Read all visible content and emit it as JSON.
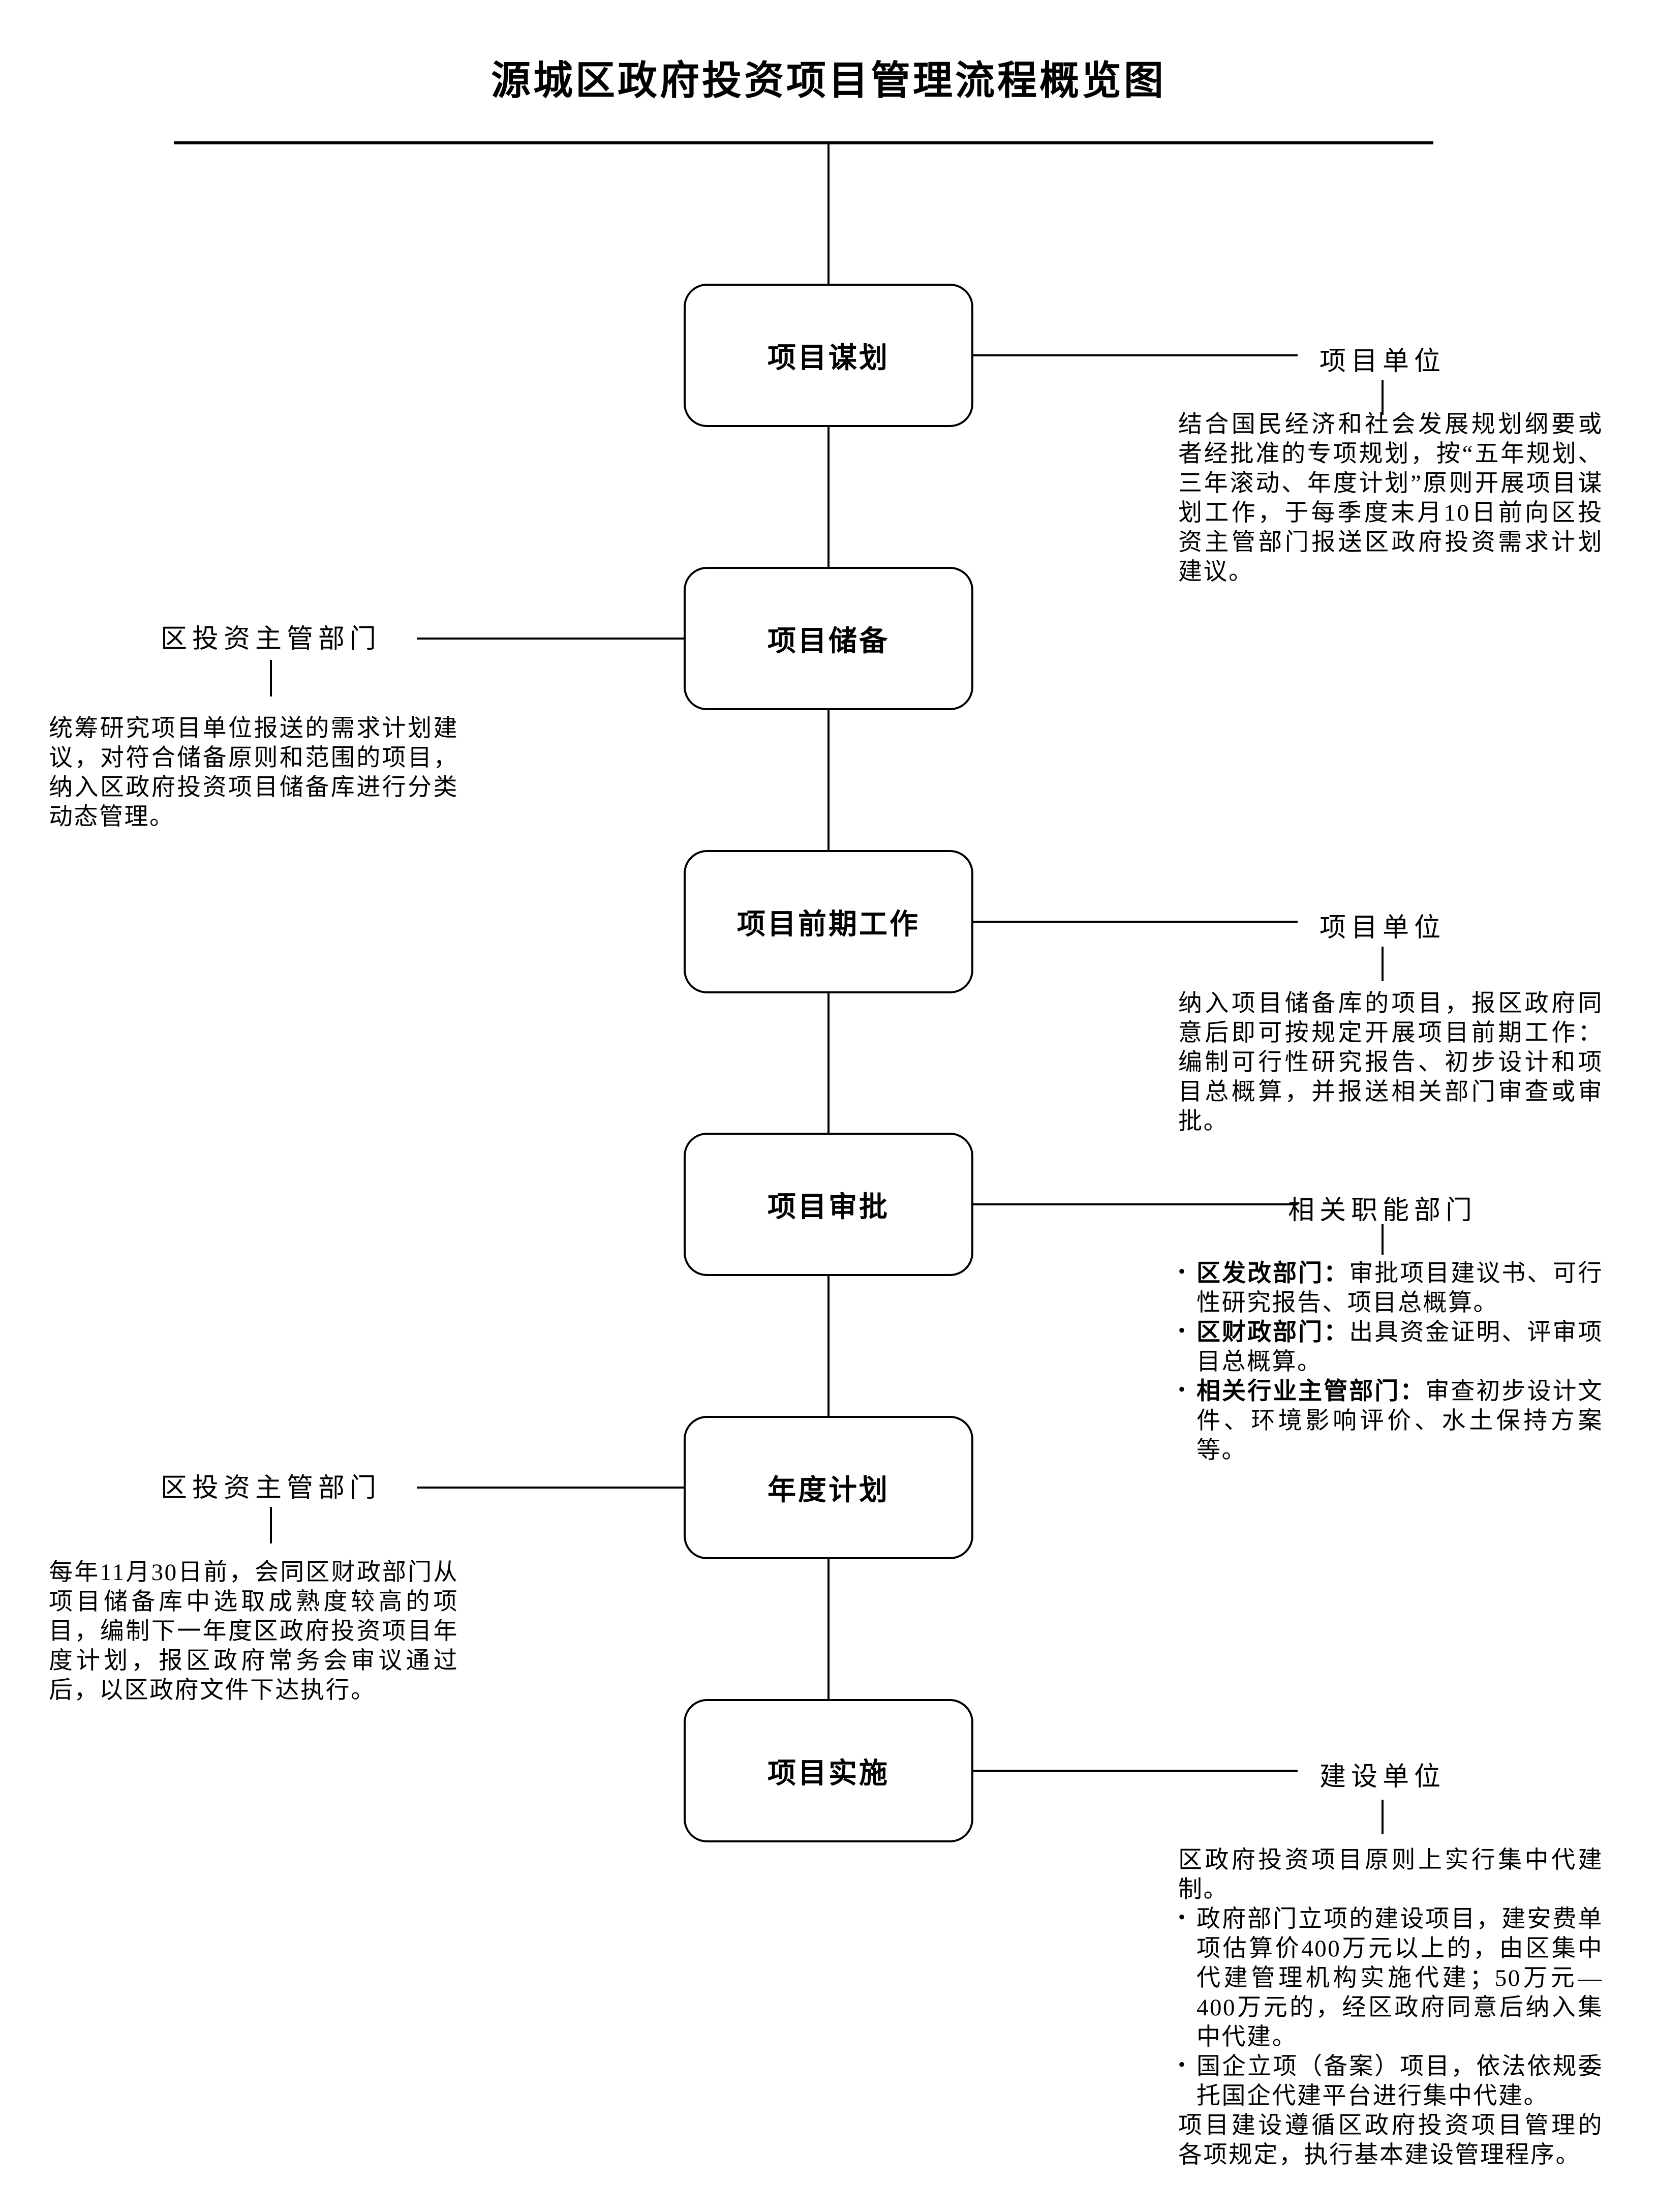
{
  "page": {
    "title": "源城区政府投资项目管理流程概览图"
  },
  "flow": {
    "nodes": [
      {
        "label": "项目谋划"
      },
      {
        "label": "项目储备"
      },
      {
        "label": "项目前期工作"
      },
      {
        "label": "项目审批"
      },
      {
        "label": "年度计划"
      },
      {
        "label": "项目实施"
      }
    ]
  },
  "annotations": {
    "planning": {
      "actor": "项目单位",
      "desc": "结合国民经济和社会发展规划纲要或者经批准的专项规划，按“五年规划、三年滚动、年度计划”原则开展项目谋划工作，于每季度末月10日前向区投资主管部门报送区政府投资需求计划建议。"
    },
    "reserve": {
      "actor": "区投资主管部门",
      "desc": "统筹研究项目单位报送的需求计划建议，对符合储备原则和范围的项目，纳入区政府投资项目储备库进行分类动态管理。"
    },
    "preliminary": {
      "actor": "项目单位",
      "desc": "纳入项目储备库的项目，报区政府同意后即可按规定开展项目前期工作：编制可行性研究报告、初步设计和项目总概算，并报送相关部门审查或审批。"
    },
    "approval": {
      "actor": "相关职能部门",
      "items": [
        {
          "prefix": "区发改部门：",
          "text": "审批项目建议书、可行性研究报告、项目总概算。"
        },
        {
          "prefix": "区财政部门：",
          "text": "出具资金证明、评审项目总概算。"
        },
        {
          "prefix": "相关行业主管部门：",
          "text": "审查初步设计文件、环境影响评价、水土保持方案等。"
        }
      ]
    },
    "annual_plan": {
      "actor": "区投资主管部门",
      "desc": "每年11月30日前，会同区财政部门从项目储备库中选取成熟度较高的项目，编制下一年度区政府投资项目年度计划，报区政府常务会审议通过后，以区政府文件下达执行。"
    },
    "implementation": {
      "actor": "建设单位",
      "intro": "区政府投资项目原则上实行集中代建制。",
      "items": [
        {
          "text": "政府部门立项的建设项目，建安费单项估算价400万元以上的，由区集中代建管理机构实施代建；50万元—400万元的，经区政府同意后纳入集中代建。"
        },
        {
          "text": "国企立项（备案）项目，依法依规委托国企代建平台进行集中代建。"
        }
      ],
      "outro": "项目建设遵循区政府投资项目管理的各项规定，执行基本建设管理程序。"
    }
  },
  "colors": {
    "ink": "#000000",
    "background": "#ffffff"
  }
}
